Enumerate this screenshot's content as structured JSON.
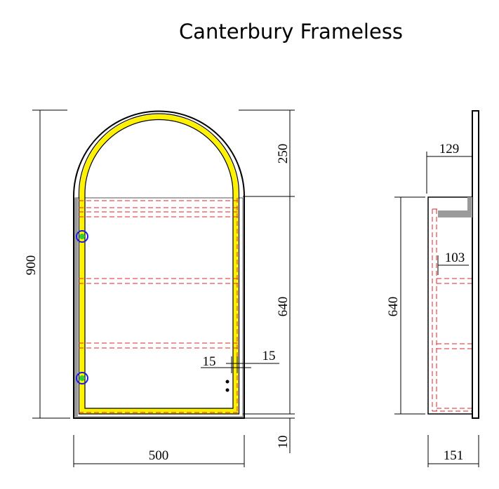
{
  "title": "Canterbury Frameless",
  "colors": {
    "led_strip": "#fff200",
    "frame_line": "#000000",
    "shelf_dash": "#e0262a",
    "hinge_ring": "#1a1ae6",
    "hinge_dot": "#33cc33",
    "shadow": "#9a9a9a"
  },
  "front_view": {
    "overall_height": "900",
    "arch_height": "250",
    "cabinet_height": "640",
    "bottom_gap": "10",
    "width": "500",
    "side_offset_left": "15",
    "side_offset_right": "15"
  },
  "side_view": {
    "mirror_depth": "129",
    "shelf_depth": "103",
    "cabinet_height": "640",
    "total_depth": "151"
  }
}
